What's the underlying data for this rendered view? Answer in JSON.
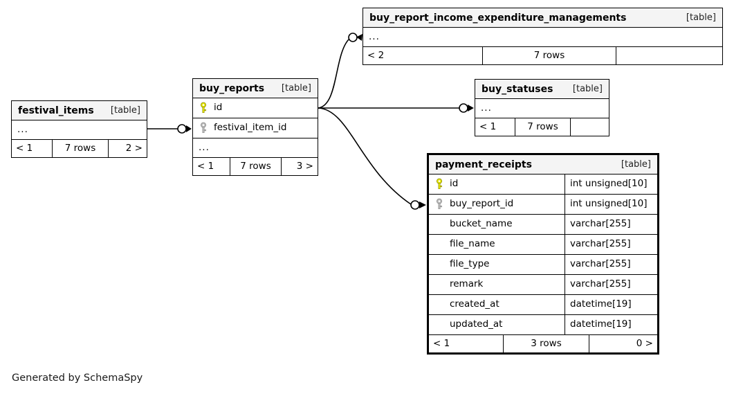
{
  "diagram": {
    "caption": "Generated by SchemaSpy",
    "kind_label": "[table]",
    "ellipsis": "...",
    "colors": {
      "background": "#ffffff",
      "header_fill": "#f4f4f4",
      "border": "#000000",
      "primary_key": "#e5e500",
      "foreign_key": "#b3b3b3",
      "text": "#000000"
    }
  },
  "tables": {
    "festival_items": {
      "name": "festival_items",
      "kind": "[table]",
      "columns_hidden": "...",
      "footer": {
        "left": "< 1",
        "center": "7 rows",
        "right": "2 >"
      }
    },
    "buy_reports": {
      "name": "buy_reports",
      "kind": "[table]",
      "columns": [
        {
          "name": "id",
          "key": "primary"
        },
        {
          "name": "festival_item_id",
          "key": "foreign"
        }
      ],
      "columns_hidden": "...",
      "footer": {
        "left": "< 1",
        "center": "7 rows",
        "right": "3 >"
      }
    },
    "buy_report_income_expenditure_managements": {
      "name": "buy_report_income_expenditure_managements",
      "kind": "[table]",
      "columns_hidden": "...",
      "footer": {
        "left": "< 2",
        "center": "7 rows",
        "right": ""
      }
    },
    "buy_statuses": {
      "name": "buy_statuses",
      "kind": "[table]",
      "columns_hidden": "...",
      "footer": {
        "left": "< 1",
        "center": "7 rows",
        "right": ""
      }
    },
    "payment_receipts": {
      "name": "payment_receipts",
      "kind": "[table]",
      "focus": true,
      "columns": [
        {
          "name": "id",
          "type": "int unsigned[10]",
          "key": "primary"
        },
        {
          "name": "buy_report_id",
          "type": "int unsigned[10]",
          "key": "foreign"
        },
        {
          "name": "bucket_name",
          "type": "varchar[255]",
          "key": "none"
        },
        {
          "name": "file_name",
          "type": "varchar[255]",
          "key": "none"
        },
        {
          "name": "file_type",
          "type": "varchar[255]",
          "key": "none"
        },
        {
          "name": "remark",
          "type": "varchar[255]",
          "key": "none"
        },
        {
          "name": "created_at",
          "type": "datetime[19]",
          "key": "none"
        },
        {
          "name": "updated_at",
          "type": "datetime[19]",
          "key": "none"
        }
      ],
      "footer": {
        "left": "< 1",
        "center": "3 rows",
        "right": "0 >"
      }
    }
  },
  "relationships": [
    {
      "from": "festival_items",
      "to": "buy_reports.festival_item_id"
    },
    {
      "from": "buy_reports.id",
      "to": "buy_report_income_expenditure_managements"
    },
    {
      "from": "buy_reports.id",
      "to": "buy_statuses"
    },
    {
      "from": "buy_reports.id",
      "to": "payment_receipts.buy_report_id"
    }
  ]
}
